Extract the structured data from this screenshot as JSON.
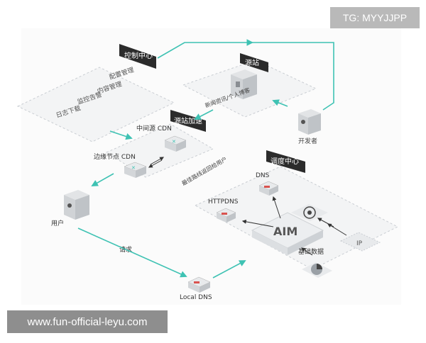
{
  "watermarks": {
    "top_right": "TG: MYYJJPP",
    "bottom_left": "www.fun-official-leyu.com"
  },
  "diagram": {
    "control_center": {
      "title": "控制中心",
      "items": [
        "配置管理",
        "内容管理",
        "监控告警",
        "日志下载"
      ]
    },
    "origin": {
      "title": "源站",
      "content_label": "新闻资讯/个人博客",
      "developer": "开发者"
    },
    "origin_accel": {
      "title": "源站加速",
      "mid_cdn": "中间源 CDN",
      "edge_cdn": "边缘节点 CDN"
    },
    "scheduling": {
      "title": "调度中心",
      "dns": "DNS",
      "httpdns": "HTTPDNS",
      "aim": "AIM",
      "base_data": "基础数据",
      "ip": "IP",
      "route_note": "最佳路线返回给用户"
    },
    "user": "用户",
    "request": "请求",
    "local_dns": "Local DNS"
  },
  "colors": {
    "accent": "#3ec2b3",
    "header": "#2b2b2b",
    "box_fill": "#f4f5f6",
    "dash": "#c9cdd2"
  }
}
